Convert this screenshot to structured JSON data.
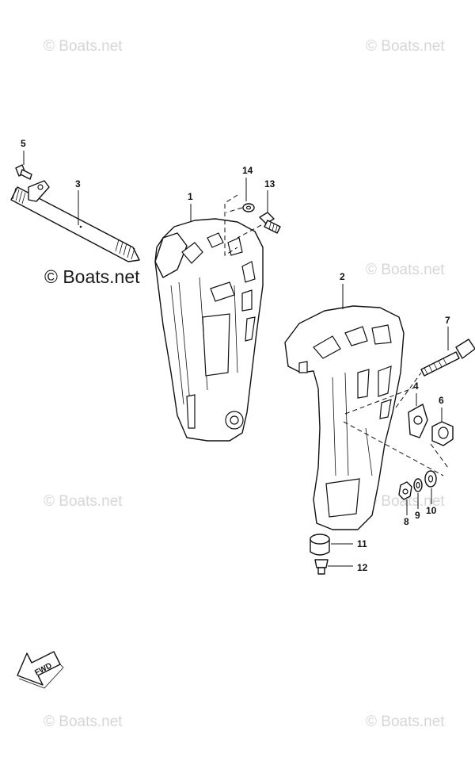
{
  "watermarks": {
    "brand": "© Boats.net"
  },
  "callouts": [
    "1",
    "2",
    "3",
    "4",
    "5",
    "6",
    "7",
    "8",
    "9",
    "10",
    "11",
    "12",
    "13",
    "14"
  ],
  "fwd_label": "FWD"
}
